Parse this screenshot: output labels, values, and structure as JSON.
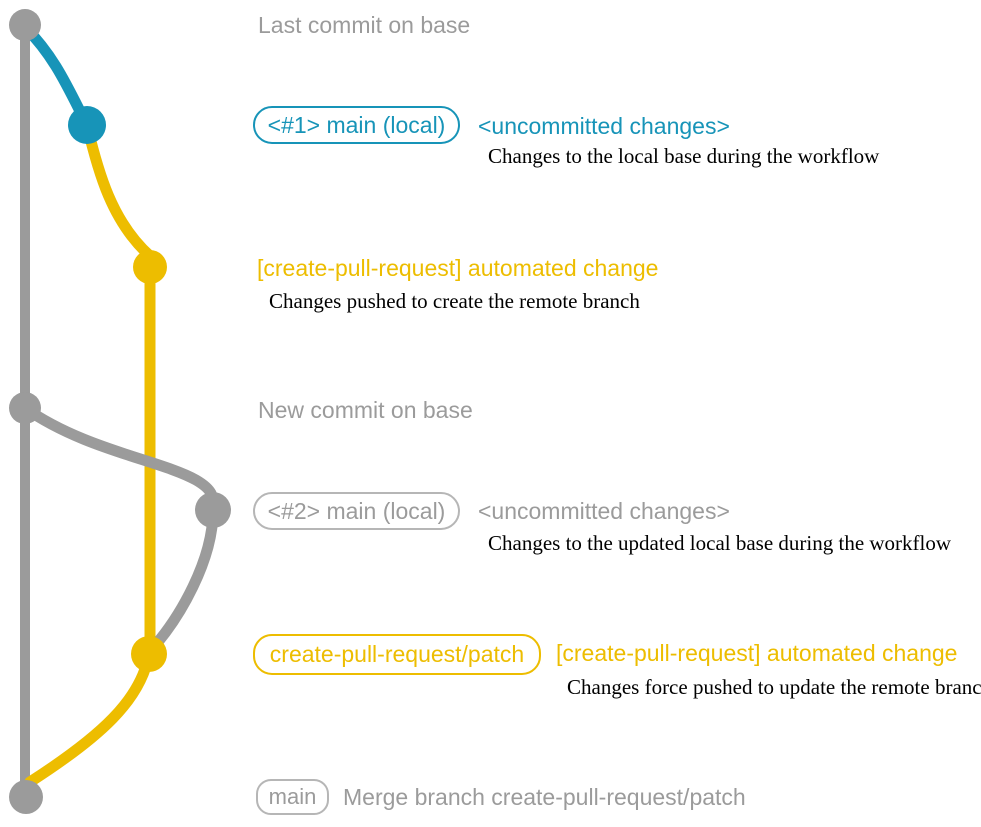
{
  "colors": {
    "gray": "#9b9b9b",
    "grayLight": "#b6b6b6",
    "blue": "#1794b8",
    "yellow": "#edbd00",
    "black": "#000000",
    "background": "#ffffff"
  },
  "annotations": {
    "last_commit": {
      "text": "Last commit on base"
    },
    "main1": {
      "tag": "<#1> main (local)",
      "note": "<uncommitted changes>",
      "desc": "Changes to the local base during the workflow"
    },
    "auto1": {
      "note": "[create-pull-request] automated change",
      "desc": "Changes pushed to create the remote branch"
    },
    "new_commit": {
      "text": "New commit on base"
    },
    "main2": {
      "tag": "<#2> main (local)",
      "note": "<uncommitted changes>",
      "desc": "Changes to the updated local base during the workflow"
    },
    "patch": {
      "tag": "create-pull-request/patch",
      "note": "[create-pull-request] automated change",
      "desc": "Changes force pushed to update the remote branch"
    },
    "merge": {
      "tag": "main",
      "text": "Merge branch create-pull-request/patch"
    }
  },
  "graph": {
    "branches": [
      {
        "name": "base",
        "color": "gray"
      },
      {
        "name": "main (local)",
        "color": "blue"
      },
      {
        "name": "create-pull-request/patch",
        "color": "yellow"
      }
    ],
    "commit_dots": [
      {
        "id": "base-top",
        "color": "gray"
      },
      {
        "id": "main-local-1",
        "color": "blue"
      },
      {
        "id": "patch-commit-1",
        "color": "yellow"
      },
      {
        "id": "base-new",
        "color": "gray"
      },
      {
        "id": "main-local-2",
        "color": "gray"
      },
      {
        "id": "patch-commit-2",
        "color": "yellow"
      },
      {
        "id": "base-merge",
        "color": "gray"
      }
    ]
  }
}
